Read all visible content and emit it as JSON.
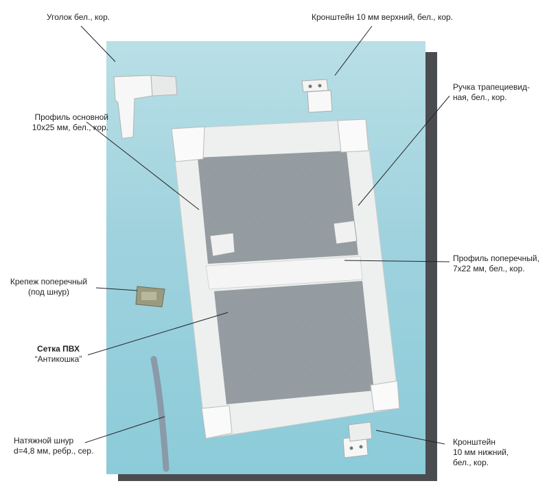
{
  "labels": {
    "corner": "Уголок бел., кор.",
    "bracket_top": "Кронштейн 10 мм верхний, бел., кор.",
    "handle_l1": "Ручка трапециевид-",
    "handle_l2": "ная, бел., кор.",
    "profile_main_l1": "Профиль основной",
    "profile_main_l2": "10х25 мм, бел., кор.",
    "profile_cross_l1": "Профиль поперечный,",
    "profile_cross_l2": "7х22 мм, бел., кор.",
    "fastener_l1": "Крепеж поперечный",
    "fastener_l2": "(под шнур)",
    "mesh_l1": "Сетка ПВХ",
    "mesh_l2": "“Антикошка”",
    "cord_l1": "Натяжной шнур",
    "cord_l2": "d=4,8 мм, ребр., сер.",
    "bracket_bottom_l1": "Кронштейн",
    "bracket_bottom_l2": "10 мм нижний,",
    "bracket_bottom_l3": "бел., кор."
  },
  "colors": {
    "panel_background": "#9fd2de",
    "panel_shadow": "#4a4c50",
    "frame": "#f4f5f4",
    "mesh": "#8e9599",
    "cord": "#8a9aa8",
    "fastener": "#9a9a7e",
    "leader_lines": "#222222"
  }
}
